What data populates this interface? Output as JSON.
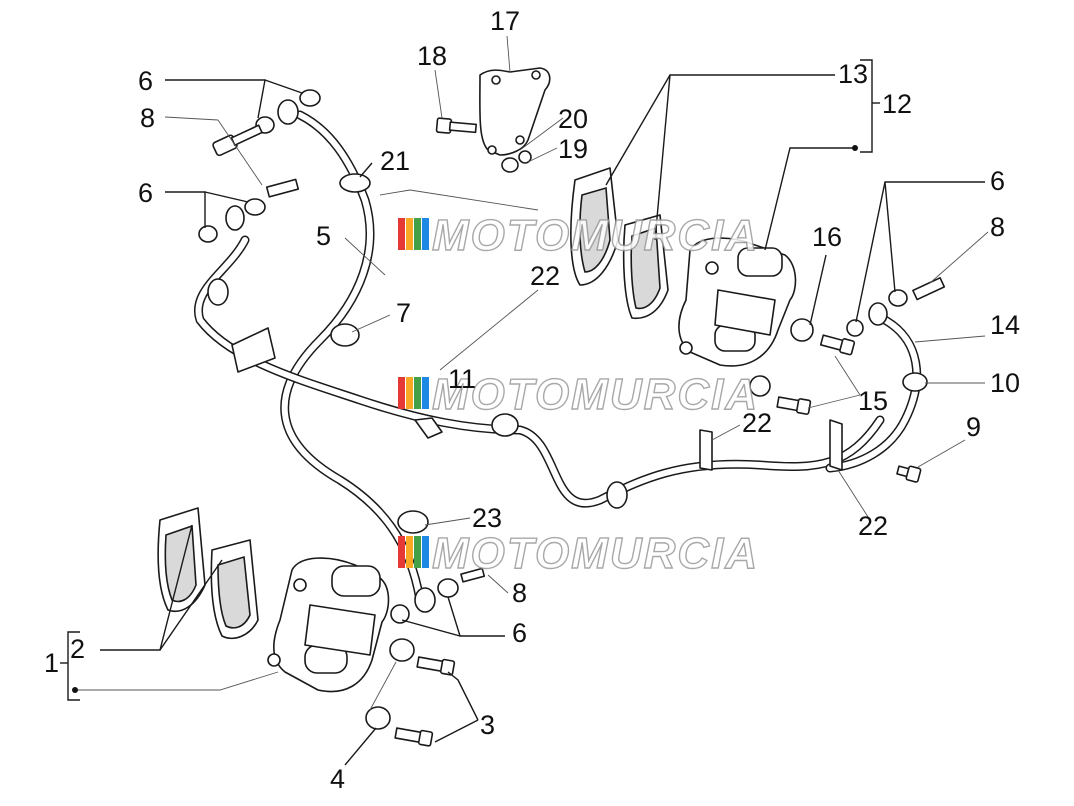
{
  "diagram": {
    "callouts": {
      "n1": "1",
      "n2": "2",
      "n3": "3",
      "n4": "4",
      "n5": "5",
      "n6a": "6",
      "n6b": "6",
      "n6c": "6",
      "n6d": "6",
      "n7": "7",
      "n8a": "8",
      "n8b": "8",
      "n8c": "8",
      "n9": "9",
      "n10": "10",
      "n11": "11",
      "n12": "12",
      "n13": "13",
      "n14": "14",
      "n15": "15",
      "n16": "16",
      "n17": "17",
      "n18": "18",
      "n19": "19",
      "n20": "20",
      "n21": "21",
      "n22a": "22",
      "n22b": "22",
      "n22c": "22",
      "n23": "23"
    },
    "watermark": {
      "text": "MOTOMURCIA",
      "colors": [
        "#e53935",
        "#f9a825",
        "#43a047",
        "#1e88e5"
      ]
    }
  }
}
